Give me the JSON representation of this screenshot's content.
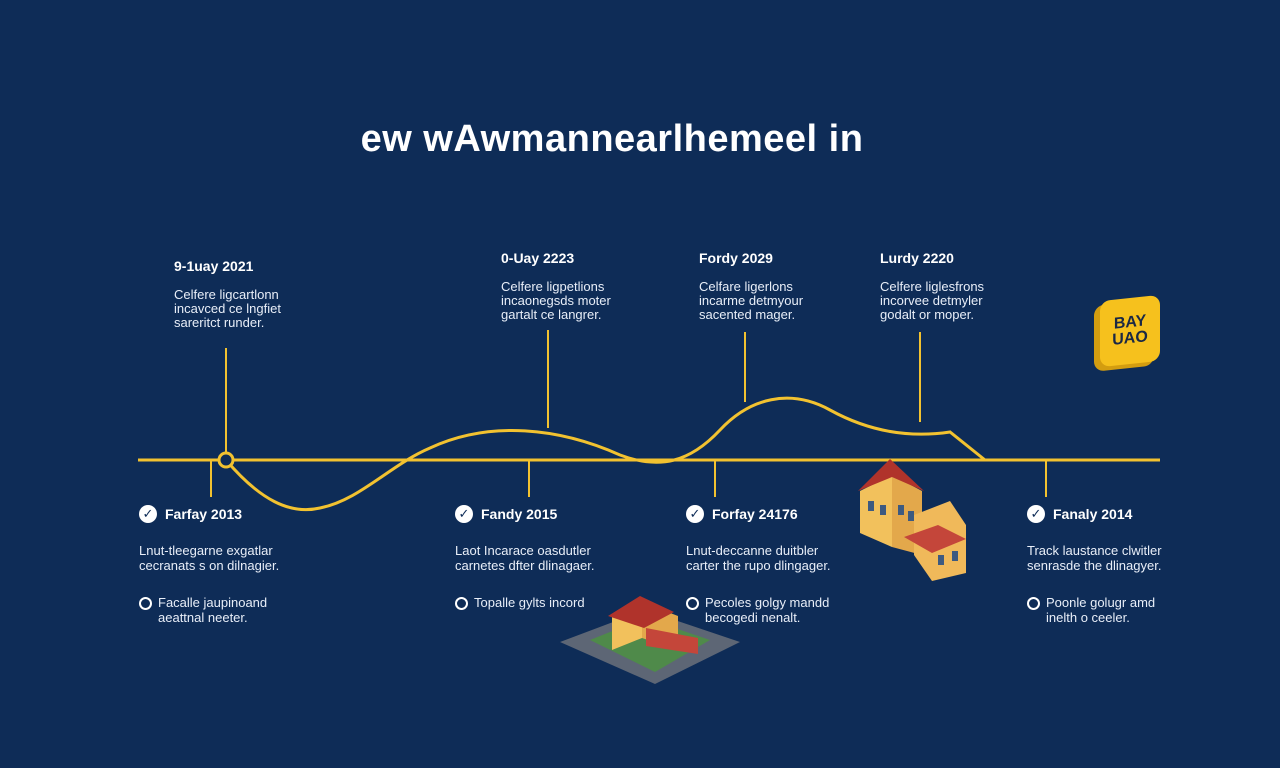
{
  "title": "ew wAwmannearlhemeel in",
  "colors": {
    "background": "#0e2c57",
    "accent": "#f2c230",
    "text": "#ffffff"
  },
  "top_events": [
    {
      "date": "9-1uay 2021",
      "desc": "Celfere ligcartlonn\nincavced ce lngfiet\nsareritct runder."
    },
    {
      "date": "0-Uay 2223",
      "desc": "Celfere ligpetlions\nincaonegsds moter\ngartalt ce langrer."
    },
    {
      "date": "Fordy 2029",
      "desc": "Celfare ligerlons\nincarme detmyour\nsacented mager."
    },
    {
      "date": "Lurdy 2220",
      "desc": "Celfere liglesfrons\nincorvee detmyler\ngodalt or moper."
    }
  ],
  "bottom_events": [
    {
      "date": "Farfay 2013",
      "desc": "Lnut-tleegarne exgatlar\ncecranats s on dilnagier.",
      "note": "Facalle jaupinoand\naeattnal neeter."
    },
    {
      "date": "Fandy 2015",
      "desc": "Laot Incarace oasdutler\ncarnetes dfter dlinagaer.",
      "note": "Topalle gylts incord"
    },
    {
      "date": "Forfay 24176",
      "desc": "Lnut-deccanne duitbler\ncarter the rupo dlingager.",
      "note": "Pecoles golgy mandd\nbecogedi nenalt."
    },
    {
      "date": "Fanaly 2014",
      "desc": "Track laustance clwitler\nsenrasde the dlinagyer.",
      "note": "Poonle golugr amd\ninelth o ceeler."
    }
  ],
  "badge": {
    "label": "BAY\nUAO"
  },
  "icons": [
    "check-icon",
    "circle-bullet-icon",
    "house-illustration",
    "badge-cube-icon"
  ]
}
